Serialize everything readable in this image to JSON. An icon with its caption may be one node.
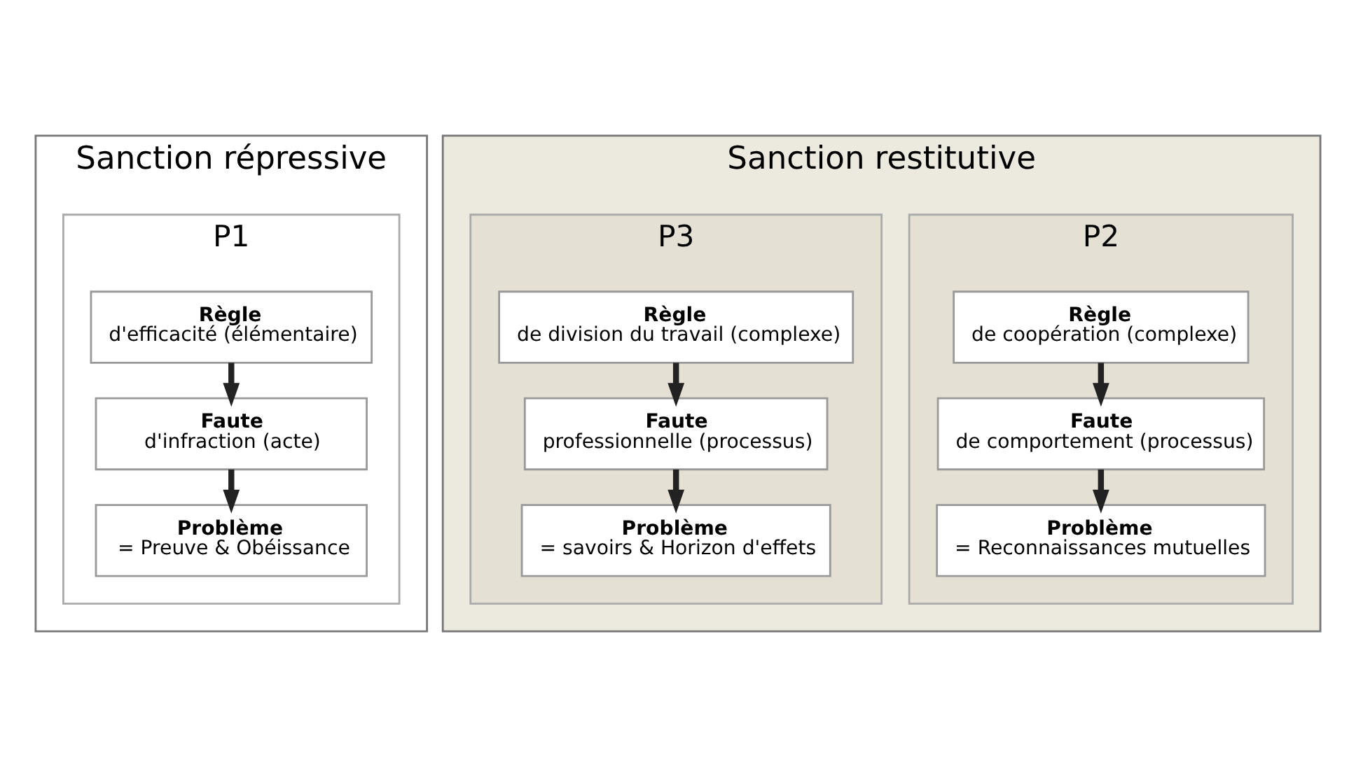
{
  "diagram": {
    "nodes": [
      {
        "text": [
          "Sanction répressive"
        ]
      },
      {
        "text": [
          "P1"
        ],
        "in": 0
      },
      {
        "text": [
          "Règle",
          "d'efficacité (élémentaire)"
        ],
        "in": 1
      },
      {
        "text": [
          "Faute",
          "d'infraction (acte)"
        ],
        "in": 1
      },
      {
        "text": [
          "Problème",
          "= Preuve & Obéissance"
        ],
        "in": 1
      },
      {
        "text": [
          "Sanction restitutive"
        ]
      },
      {
        "text": [
          "P2"
        ],
        "in": 5
      },
      {
        "text": [
          "Règle",
          "de coopération (complexe)"
        ],
        "in": 6
      },
      {
        "text": [
          "Faute",
          "de comportement (processus)"
        ],
        "in": 6
      },
      {
        "text": [
          "Problème",
          "= Reconnaissances mutuelles"
        ],
        "in": 6
      },
      {
        "text": [
          "P3"
        ],
        "in": 5
      },
      {
        "text": [
          "Règle",
          "de division du travail (complexe)"
        ],
        "in": 10
      },
      {
        "text": [
          "Faute",
          "professionnelle (processus)"
        ],
        "in": 10
      },
      {
        "text": [
          "Problème",
          "= savoirs & Horizon d'effets"
        ],
        "in": 10
      }
    ],
    "edges": [
      {
        "from": 2,
        "to": 3,
        "arrow": "to"
      },
      {
        "from": 3,
        "to": 4,
        "arrow": "to"
      },
      {
        "from": 7,
        "to": 8,
        "arrow": "to"
      },
      {
        "from": 8,
        "to": 9,
        "arrow": "to"
      },
      {
        "from": 11,
        "to": 12,
        "arrow": "to"
      },
      {
        "from": 12,
        "to": 13,
        "arrow": "to"
      }
    ]
  }
}
